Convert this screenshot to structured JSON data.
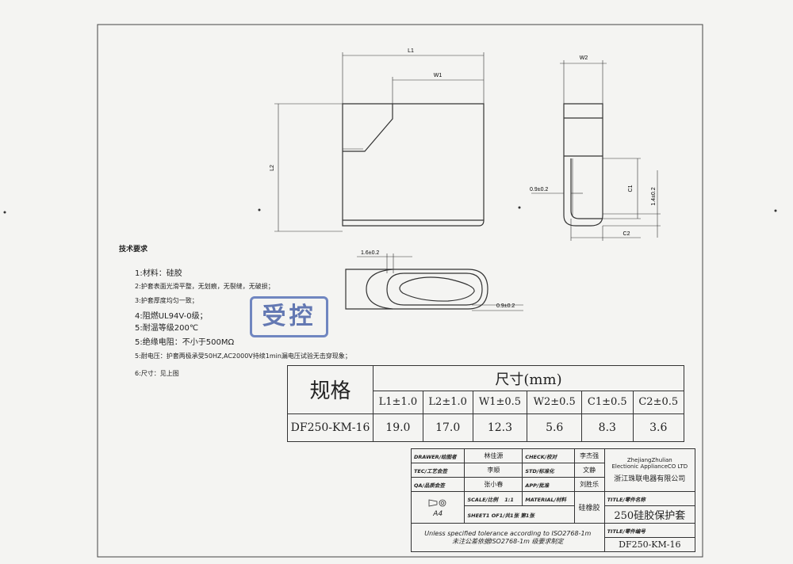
{
  "drawing": {
    "dims": {
      "L1": "L1",
      "W1": "W1",
      "L2": "L2",
      "W2": "W2",
      "C1": "C1",
      "C2": "C2",
      "t09a": "0.9±0.2",
      "t14": "1.4±0.2",
      "t16": "1.6±0.2",
      "t09b": "0.9±0.2"
    }
  },
  "requirements": {
    "heading": "技术要求",
    "items": [
      "1:材料：硅胶",
      "2:护套表面光滑平整，无划痕，无裂缝，无破损；",
      "3:护套厚度均匀一致；",
      "4:阻燃UL94V-0级；",
      "5:耐温等级200℃",
      "5:绝缘电阻：不小于500MΩ",
      "5:耐电压：护套两极承受50HZ,AC2000V持续1min漏电压试验无击穿现象；",
      "6:尺寸：见上图"
    ]
  },
  "stamp": "受控",
  "spec_table": {
    "title": "规格",
    "unit_title": "尺寸(mm)",
    "headers": [
      "L1±1.0",
      "L2±1.0",
      "W1±0.5",
      "W2±0.5",
      "C1±0.5",
      "C2±0.5"
    ],
    "model": "DF250-KM-16",
    "values": [
      "19.0",
      "17.0",
      "12.3",
      "5.6",
      "8.3",
      "3.6"
    ]
  },
  "title_block": {
    "drawer_label": "DRAWER/绘图者",
    "drawer": "林佳源",
    "check_label": "CHECK/校对",
    "check": "李杰强",
    "tec_label": "TEC/工艺会签",
    "tec": "李顺",
    "std_label": "STD/标准化",
    "std": "文静",
    "qa_label": "QA/品质会签",
    "qa": "张小春",
    "app_label": "APP/批准",
    "app": "刘胜乐",
    "company_en1": "ZhejiangZhulian",
    "company_en2": "Electionic ApplianceCO LTD",
    "company_cn": "浙江珠联电器有限公司",
    "title_label": "TITLE/零件名称",
    "title": "250硅胶保护套",
    "format": "A4",
    "scale_label": "SCALE/比例",
    "scale": "1:1",
    "material_label": "MATERIAL/材料",
    "material": "硅橡胶",
    "sheet_label": "SHEET1 OF1/共1张 第1张",
    "title2_label": "TITLE/零件编号",
    "part_no": "DF250-KM-16",
    "tolerance_en": "Unless specified tolerance according to ISO2768-1m",
    "tolerance_cn": "未注公差依据ISO2768-1m 级要求制定"
  }
}
